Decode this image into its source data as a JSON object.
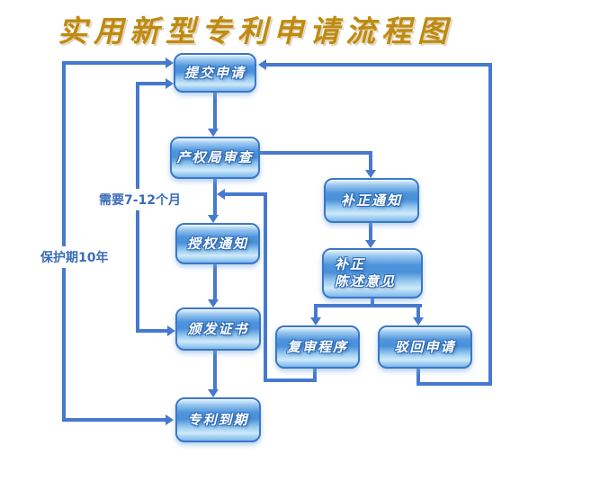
{
  "title": "实用新型专利申请流程图",
  "nodes": {
    "submit": {
      "label": "提交申请"
    },
    "bureau_review": {
      "label": "产权局审查"
    },
    "grant_notice": {
      "label": "授权通知"
    },
    "issue_certificate": {
      "label": "颁发证书"
    },
    "patent_expire": {
      "label": "专利到期"
    },
    "correction_notice": {
      "label": "补正通知"
    },
    "correction_statement": {
      "line1": "补正",
      "line2": "陈述意见"
    },
    "reexamination": {
      "label": "复审程序"
    },
    "rejection": {
      "label": "驳回申请"
    }
  },
  "annotations": {
    "duration": "需要7-12个月",
    "protection": "保护期10年"
  },
  "edges": [
    {
      "from": "submit",
      "to": "bureau_review"
    },
    {
      "from": "bureau_review",
      "to": "grant_notice"
    },
    {
      "from": "grant_notice",
      "to": "issue_certificate"
    },
    {
      "from": "issue_certificate",
      "to": "patent_expire"
    },
    {
      "from": "bureau_review",
      "to": "correction_notice"
    },
    {
      "from": "correction_notice",
      "to": "correction_statement"
    },
    {
      "from": "correction_statement",
      "to": "reexamination"
    },
    {
      "from": "correction_statement",
      "to": "rejection"
    },
    {
      "from": "reexamination",
      "to": "main-flow-before-grant-notice"
    },
    {
      "from": "rejection",
      "to": "submit"
    },
    {
      "span": "submit to issue_certificate",
      "label": "需要7-12个月"
    },
    {
      "span": "submit to patent_expire",
      "label": "保护期10年"
    }
  ],
  "colors": {
    "title": "#bf8a10",
    "connector": "#4679cf",
    "annotation": "#3a6cb8",
    "node_border": "#3b76c9",
    "node_fill_mid": "#4a90da"
  }
}
